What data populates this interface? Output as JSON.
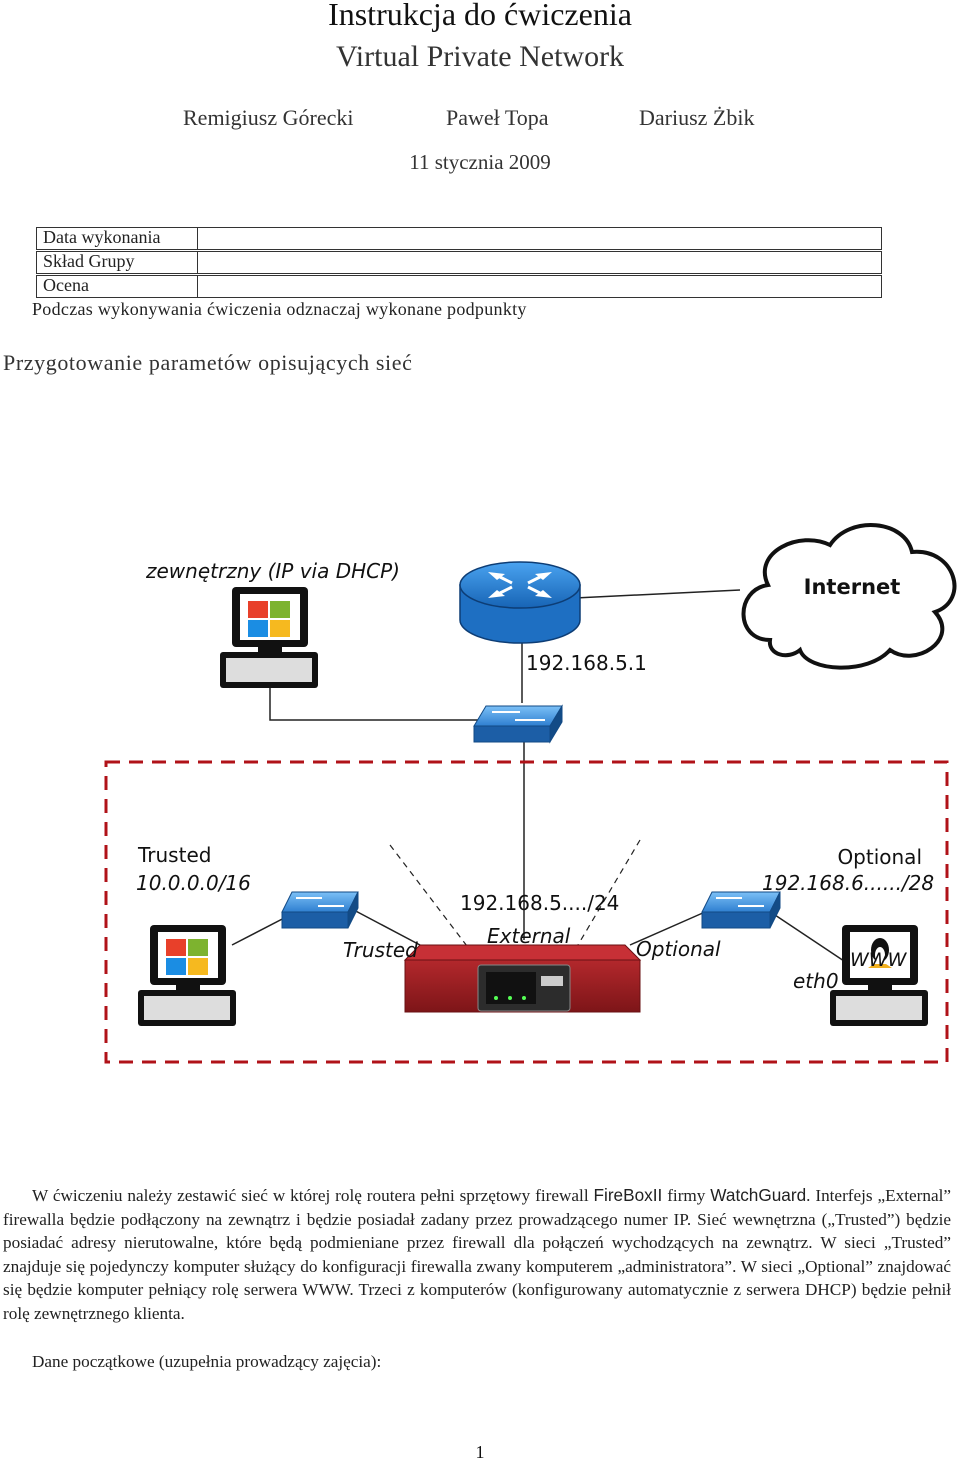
{
  "header": {
    "title": "Instrukcja do ćwiczenia",
    "subtitle": "Virtual Private Network",
    "authors": [
      "Remigiusz Górecki",
      "Paweł Topa",
      "Dariusz Żbik"
    ],
    "date": "11 stycznia 2009"
  },
  "form": {
    "rows": [
      "Data wykonania",
      "Skład Grupy",
      "Ocena"
    ],
    "note": "Podczas wykonywania ćwiczenia odznaczaj wykonane podpunkty"
  },
  "section_title": "Przygotowanie parametów opisujących sieć",
  "diagram": {
    "external_client": "zewnętrzny (IP via DHCP)",
    "internet": "Internet",
    "gateway_ip": "192.168.5.1",
    "trusted_title": "Trusted",
    "trusted_net": "10.0.0.0/16",
    "external_net": "192.168.5..../24",
    "optional_title": "Optional",
    "optional_net": "192.168.6....../28",
    "label_trusted": "Trusted",
    "label_external": "External",
    "label_optional": "Optional",
    "label_eth0": "eth0",
    "label_www": "WWW"
  },
  "body": {
    "p1_pre": "W ćwiczeniu należy zestawić sieć w której rolę routera pełni sprzętowy firewall ",
    "brand1": "FireBoxII",
    "p1_mid": " firmy ",
    "brand2": "WatchGuard",
    "p1_post": ". Interfejs „External” firewalla będzie podłączony na zewnątrz i będzie posiadał zadany przez prowadzącego numer IP. Sieć wewnętrzna („Trusted”) będzie posiadać adresy nierutowalne, które będą podmieniane przez firewall dla połączeń wychodzących na zewnątrz. W sieci „Trusted” znajduje się pojedynczy komputer służący do konfiguracji firewalla zwany komputerem „administratora”. W sieci „Optional” znajdować się będzie komputer pełniący rolę serwera WWW. Trzeci z komputerów (konfigurowany automatycznie z serwera DHCP) będzie pełnił rolę zewnętrznego klienta.",
    "p2": "Dane początkowe (uzupełnia prowadzący zajęcia):"
  },
  "page_number": "1"
}
